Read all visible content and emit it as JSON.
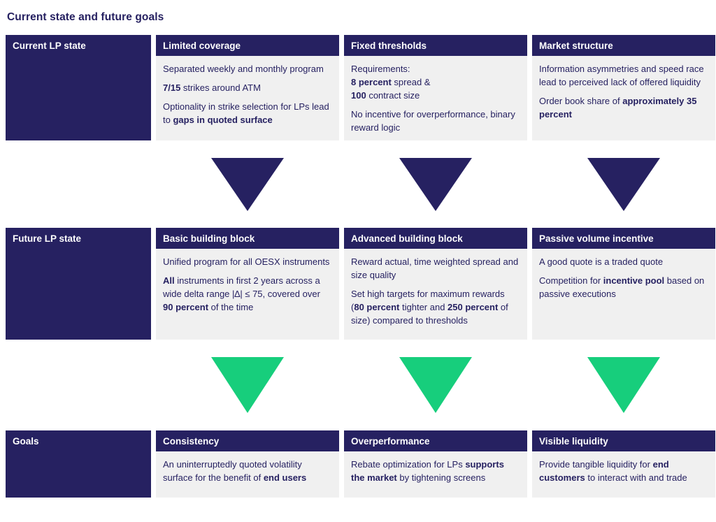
{
  "title": "Current state and future goals",
  "colors": {
    "navy": "#262161",
    "green": "#17CE7C",
    "body_bg": "#F0F0F0",
    "header_text": "#FFFFFF"
  },
  "arrows": {
    "after_row_1": "navy",
    "after_row_2": "green"
  },
  "rows": [
    {
      "label": "Current LP state",
      "columns": [
        {
          "header": "Limited coverage",
          "paragraphs": [
            [
              {
                "text": "Separated weekly and monthly program"
              }
            ],
            [
              {
                "text": "7/15",
                "bold": true
              },
              {
                "text": " strikes around ATM"
              }
            ],
            [
              {
                "text": "Optionality in strike selection for LPs lead to "
              },
              {
                "text": "gaps in quoted surface",
                "bold": true
              }
            ]
          ]
        },
        {
          "header": "Fixed thresholds",
          "paragraphs": [
            [
              {
                "text": "Requirements:"
              },
              {
                "text": "8 percent",
                "bold": true,
                "br": true
              },
              {
                "text": " spread &"
              },
              {
                "text": "100",
                "bold": true,
                "br": true
              },
              {
                "text": " contract size"
              }
            ],
            [
              {
                "text": "No incentive for overperformance, binary reward logic"
              }
            ]
          ]
        },
        {
          "header": "Market structure",
          "paragraphs": [
            [
              {
                "text": "Information asymmetries and speed race lead to perceived lack of offered liquidity"
              }
            ],
            [
              {
                "text": "Order book share of "
              },
              {
                "text": "approximately 35 percent",
                "bold": true
              }
            ]
          ]
        }
      ]
    },
    {
      "label": "Future LP state",
      "columns": [
        {
          "header": "Basic building block",
          "paragraphs": [
            [
              {
                "text": "Unified program for all OESX instruments"
              }
            ],
            [
              {
                "text": "All",
                "bold": true
              },
              {
                "text": " instruments in first 2 years across a wide delta range |∆| ≤ 75, covered over "
              },
              {
                "text": "90 percent",
                "bold": true
              },
              {
                "text": " of the time"
              }
            ]
          ]
        },
        {
          "header": "Advanced building block",
          "paragraphs": [
            [
              {
                "text": "Reward actual, time weighted spread and size quality"
              }
            ],
            [
              {
                "text": "Set high targets for maximum rewards ("
              },
              {
                "text": "80 percent",
                "bold": true
              },
              {
                "text": " tighter and "
              },
              {
                "text": "250 percent",
                "bold": true
              },
              {
                "text": " of size) compared to thresholds"
              }
            ]
          ]
        },
        {
          "header": "Passive volume incentive",
          "paragraphs": [
            [
              {
                "text": "A good quote is a traded quote"
              }
            ],
            [
              {
                "text": "Competition for "
              },
              {
                "text": "incentive pool",
                "bold": true
              },
              {
                "text": " based on passive executions"
              }
            ]
          ]
        }
      ]
    },
    {
      "label": "Goals",
      "columns": [
        {
          "header": "Consistency",
          "paragraphs": [
            [
              {
                "text": "An uninterruptedly quoted volatility surface for the benefit of "
              },
              {
                "text": "end users",
                "bold": true
              }
            ]
          ]
        },
        {
          "header": "Overperformance",
          "paragraphs": [
            [
              {
                "text": "Rebate optimization for LPs "
              },
              {
                "text": "supports the market",
                "bold": true
              },
              {
                "text": " by tightening screens"
              }
            ]
          ]
        },
        {
          "header": "Visible liquidity",
          "paragraphs": [
            [
              {
                "text": "Provide tangible liquidity for "
              },
              {
                "text": "end customers",
                "bold": true
              },
              {
                "text": " to interact with and trade"
              }
            ]
          ]
        }
      ]
    }
  ]
}
